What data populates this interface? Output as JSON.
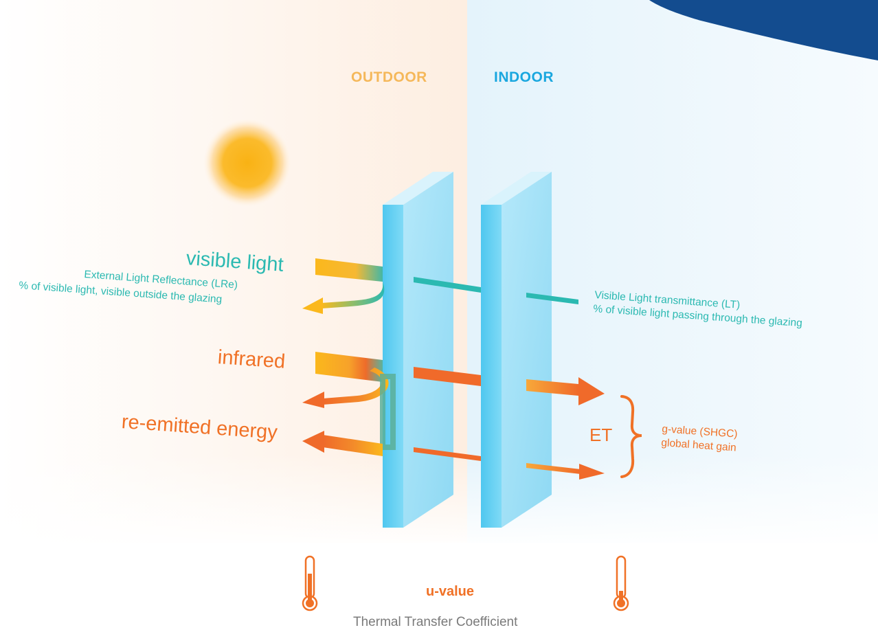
{
  "zones": {
    "outdoor": "OUTDOOR",
    "indoor": "INDOOR"
  },
  "visible_light": {
    "title": "visible light",
    "reflectance_line1": "External Light Reflectance (LRe)",
    "reflectance_line2": "% of visible light, visible outside the glazing",
    "transmittance_line1": "Visible Light transmittance (LT)",
    "transmittance_line2": "% of visible light passing through the glazing"
  },
  "infrared": {
    "title": "infrared"
  },
  "reemitted": {
    "title": "re-emitted energy"
  },
  "energy_transmission": {
    "label": "ET",
    "line1": "g-value (SHGC)",
    "line2": "global heat gain"
  },
  "u_value": {
    "title": "u-value",
    "subtitle": "Thermal Transfer Coefficient"
  },
  "colors": {
    "teal": "#2bb9b1",
    "orange": "#f07126",
    "yellow": "#fbb81c",
    "glass": "#66d0f2",
    "indoor_blue": "#1aa7df",
    "corner_blue": "#134c8f"
  },
  "icons": [
    "sun-icon",
    "thermometer-icon",
    "curly-brace-icon"
  ]
}
